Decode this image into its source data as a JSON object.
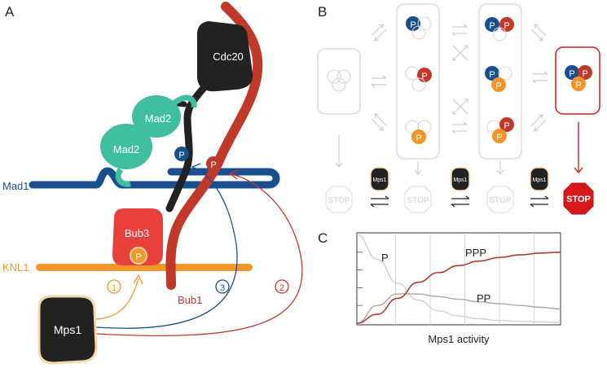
{
  "panel_a": {
    "letter": "A",
    "cdc20": "Cdc20",
    "mad2_top": "Mad2",
    "mad2_bottom": "Mad2",
    "mad1": "Mad1",
    "bub3": "Bub3",
    "knl1": "KNL1",
    "bub1": "Bub1",
    "mps1": "Mps1",
    "p": "P",
    "step1": "1",
    "step2": "2",
    "step3": "3",
    "colors": {
      "mad1": "#1a4f8e",
      "knl1": "#f0962a",
      "bub1": "#c0392b",
      "mad2": "#3fbf9f",
      "bub3": "#e8413c",
      "mps1": "#222222"
    }
  },
  "panel_b": {
    "letter": "B",
    "p": "P",
    "mps1_small": "Mps1",
    "stop": "STOP",
    "colors": {
      "p_blue": "#1a4f8e",
      "p_red": "#c0392b",
      "p_orange": "#f0962a",
      "stop": "#d7191c",
      "faded": "#cfcfcf"
    }
  },
  "panel_c": {
    "letter": "C",
    "xlabel": "Mps1 activity",
    "curve_p": "P",
    "curve_pp": "PP",
    "curve_ppp": "PPP",
    "chart_data": {
      "type": "line",
      "xlabel": "Mps1 activity",
      "ylabel": "",
      "grid": true,
      "series": [
        {
          "name": "P",
          "x": [
            0,
            1,
            2,
            3,
            4,
            5,
            6,
            7,
            8,
            9,
            10
          ],
          "y": [
            1.0,
            0.72,
            0.45,
            0.26,
            0.14,
            0.08,
            0.05,
            0.03,
            0.02,
            0.015,
            0.01
          ]
        },
        {
          "name": "PP",
          "x": [
            0,
            1,
            2,
            3,
            4,
            5,
            6,
            7,
            8,
            9,
            10
          ],
          "y": [
            0.0,
            0.2,
            0.33,
            0.33,
            0.3,
            0.27,
            0.24,
            0.22,
            0.2,
            0.18,
            0.16
          ]
        },
        {
          "name": "PPP",
          "x": [
            0,
            1,
            2,
            3,
            4,
            5,
            6,
            7,
            8,
            9,
            10
          ],
          "y": [
            0.0,
            0.1,
            0.28,
            0.46,
            0.57,
            0.65,
            0.7,
            0.74,
            0.77,
            0.79,
            0.8
          ]
        }
      ]
    }
  }
}
